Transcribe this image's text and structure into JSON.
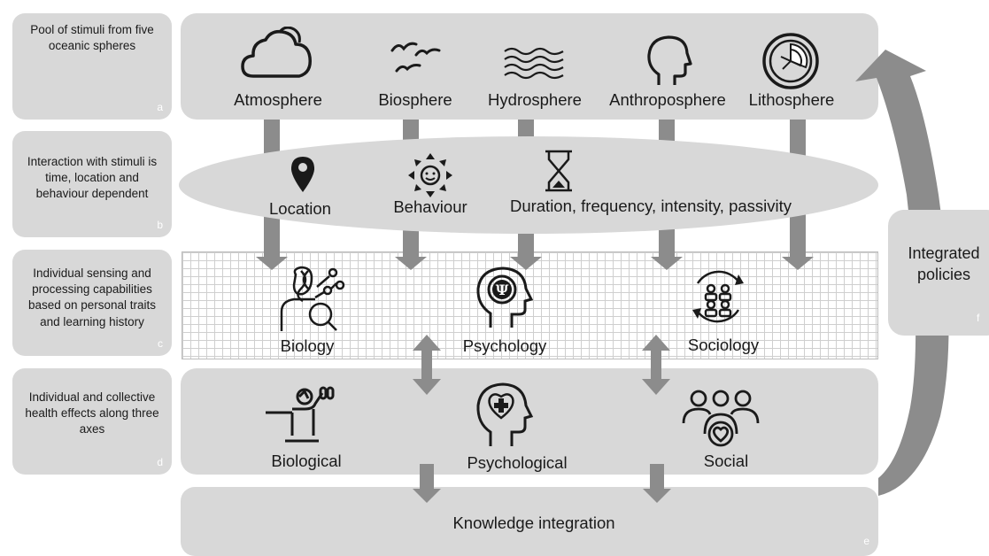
{
  "labels": {
    "a": {
      "text": "Pool of stimuli from five oceanic spheres",
      "letter": "a"
    },
    "b": {
      "text": "Interaction with stimuli is time, location and behaviour dependent",
      "letter": "b"
    },
    "c": {
      "text": "Individual sensing and processing capabilities based on personal traits and learning history",
      "letter": "c"
    },
    "d": {
      "text": "Individual and collective health effects along three axes",
      "letter": "d"
    },
    "e": {
      "letter": "e"
    },
    "f": {
      "text": "Integrated policies",
      "letter": "f"
    }
  },
  "spheres": [
    {
      "label": "Atmosphere",
      "icon": "cloud-icon"
    },
    {
      "label": "Biosphere",
      "icon": "birds-icon"
    },
    {
      "label": "Hydrosphere",
      "icon": "waves-icon"
    },
    {
      "label": "Anthroposphere",
      "icon": "human-head-icon"
    },
    {
      "label": "Lithosphere",
      "icon": "earth-layers-icon"
    }
  ],
  "interaction": [
    {
      "label": "Location",
      "icon": "location-pin-icon"
    },
    {
      "label": "Behaviour",
      "icon": "smiley-arrows-icon"
    },
    {
      "label": "Duration, frequency, intensity, passivity",
      "icon": "hourglass-icon"
    }
  ],
  "capabilities": [
    {
      "label": "Biology",
      "icon": "dna-person-icon"
    },
    {
      "label": "Psychology",
      "icon": "psi-head-icon"
    },
    {
      "label": "Sociology",
      "icon": "people-cycle-icon"
    }
  ],
  "effects": [
    {
      "label": "Biological",
      "icon": "person-exercise-icon"
    },
    {
      "label": "Psychological",
      "icon": "heart-head-icon"
    },
    {
      "label": "Social",
      "icon": "group-heart-icon"
    }
  ],
  "integration": {
    "label": "Knowledge integration"
  },
  "colors": {
    "box": "#d8d8d8",
    "arrow": "#8c8c8c",
    "grid_line": "#cfcfcf"
  }
}
